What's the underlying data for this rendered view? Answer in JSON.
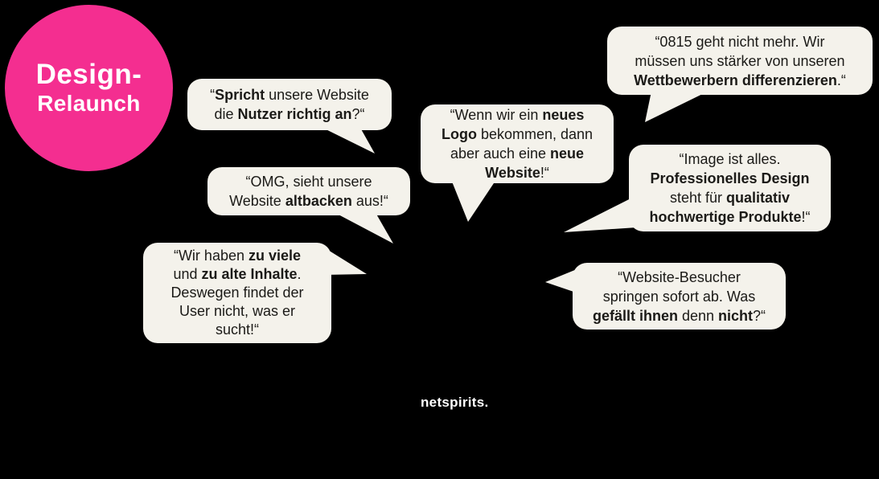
{
  "theme": {
    "background": "#000000",
    "bubble_fill": "#F4F2EB",
    "bubble_text_color": "#1B1A17",
    "badge_pink": "#F42E90",
    "badge_text_color": "#FFFFFF",
    "logo_text_color": "#FFFFFF"
  },
  "badge": {
    "line1": "Design-",
    "line2": "Relaunch"
  },
  "logo": {
    "text": "netspirits."
  },
  "bubbles": {
    "spricht": {
      "plain_text": "“Spricht unsere Website die Nutzer richtig an?“",
      "lines": [
        [
          {
            "t": "“",
            "b": false
          },
          {
            "t": "Spricht",
            "b": true
          },
          {
            "t": " unsere Website",
            "b": false
          }
        ],
        [
          {
            "t": "die ",
            "b": false
          },
          {
            "t": "Nutzer richtig an",
            "b": true
          },
          {
            "t": "?“",
            "b": false
          }
        ]
      ]
    },
    "omg": {
      "plain_text": "“OMG, sieht unsere Website altbacken aus!“",
      "lines": [
        [
          {
            "t": "“OMG, sieht unsere",
            "b": false
          }
        ],
        [
          {
            "t": "Website ",
            "b": false
          },
          {
            "t": "altbacken",
            "b": true
          },
          {
            "t": " aus!“",
            "b": false
          }
        ]
      ]
    },
    "inhalte": {
      "plain_text": "“Wir haben zu viele und zu alte Inhalte. Deswegen findet der User nicht, was er sucht!“",
      "lines": [
        [
          {
            "t": "“Wir haben ",
            "b": false
          },
          {
            "t": "zu viele",
            "b": true
          }
        ],
        [
          {
            "t": "und ",
            "b": false
          },
          {
            "t": "zu alte Inhalte",
            "b": true
          },
          {
            "t": ".",
            "b": false
          }
        ],
        [
          {
            "t": "Deswegen findet der",
            "b": false
          }
        ],
        [
          {
            "t": "User nicht, was er",
            "b": false
          }
        ],
        [
          {
            "t": "sucht!“",
            "b": false
          }
        ]
      ]
    },
    "neues_logo": {
      "plain_text": "“Wenn wir ein neues Logo bekommen, dann aber auch eine neue Website!“",
      "lines": [
        [
          {
            "t": "“Wenn wir ein ",
            "b": false
          },
          {
            "t": "neues",
            "b": true
          }
        ],
        [
          {
            "t": "Logo",
            "b": true
          },
          {
            "t": " bekommen, dann",
            "b": false
          }
        ],
        [
          {
            "t": "aber auch eine ",
            "b": false
          },
          {
            "t": "neue",
            "b": true
          }
        ],
        [
          {
            "t": "Website",
            "b": true
          },
          {
            "t": "!“",
            "b": false
          }
        ]
      ]
    },
    "differenzierung": {
      "plain_text": "“0815 geht nicht mehr. Wir müssen uns stärker von unseren Wettbewerbern differenzieren.“",
      "lines": [
        [
          {
            "t": "“0815 geht nicht mehr. Wir",
            "b": false
          }
        ],
        [
          {
            "t": "müssen uns stärker von unseren",
            "b": false
          }
        ],
        [
          {
            "t": "Wettbewerbern differenzieren",
            "b": true
          },
          {
            "t": ".“",
            "b": false
          }
        ]
      ]
    },
    "image_design": {
      "plain_text": "“Image ist alles. Professionelles Design steht für qualitativ hochwertige Produkte!“",
      "lines": [
        [
          {
            "t": "“Image ist alles.",
            "b": false
          }
        ],
        [
          {
            "t": "Professionelles Design",
            "b": true
          }
        ],
        [
          {
            "t": "steht für ",
            "b": false
          },
          {
            "t": "qualitativ",
            "b": true
          }
        ],
        [
          {
            "t": "hochwertige Produkte",
            "b": true
          },
          {
            "t": "!“",
            "b": false
          }
        ]
      ]
    },
    "besucher": {
      "plain_text": "“Website-Besucher springen sofort ab. Was gefällt ihnen denn nicht?“",
      "lines": [
        [
          {
            "t": "“Website-Besucher",
            "b": false
          }
        ],
        [
          {
            "t": "springen sofort ab. Was",
            "b": false
          }
        ],
        [
          {
            "t": "gefällt ihnen",
            "b": true
          },
          {
            "t": " denn ",
            "b": false
          },
          {
            "t": "nicht",
            "b": true
          },
          {
            "t": "?“",
            "b": false
          }
        ]
      ]
    }
  }
}
